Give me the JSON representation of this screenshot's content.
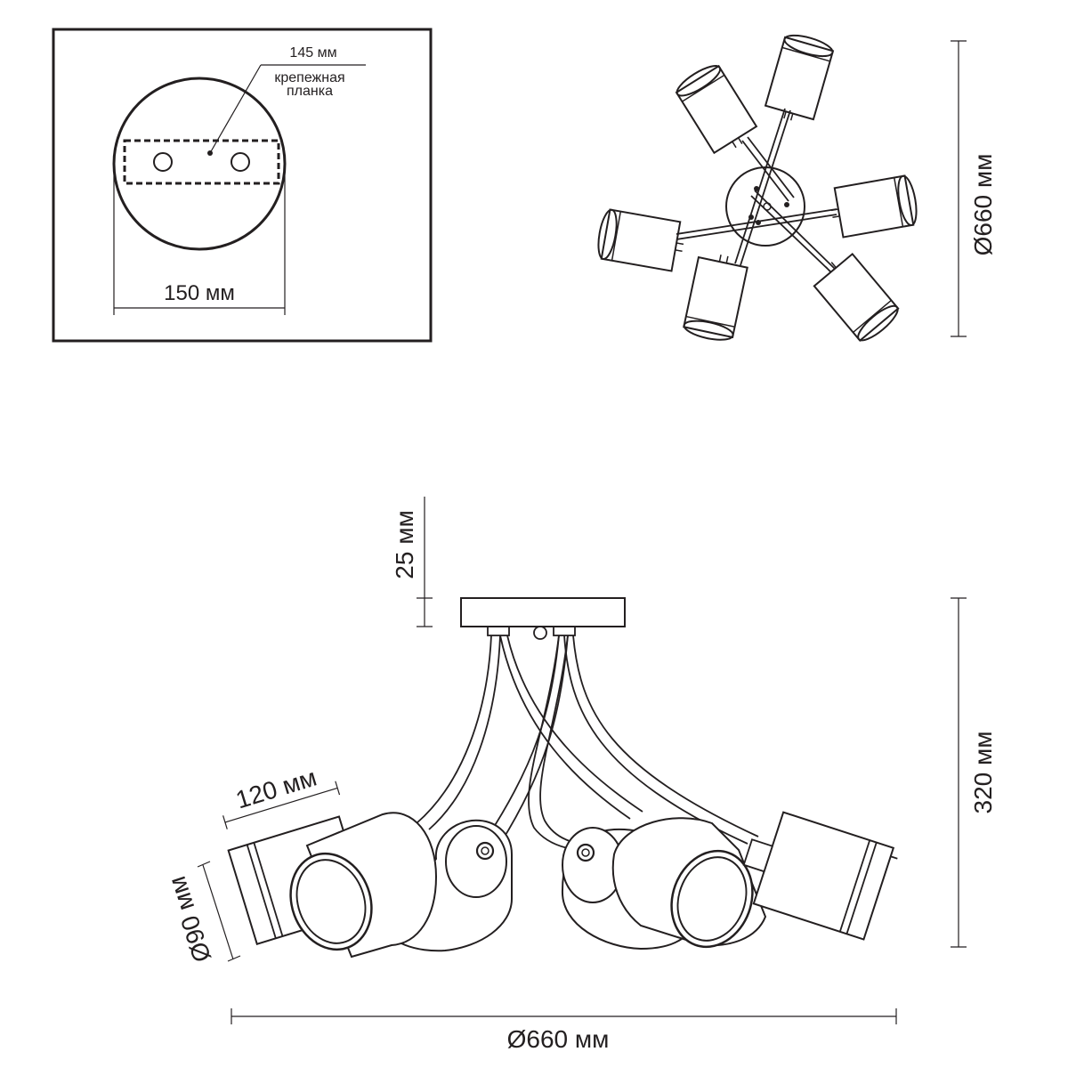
{
  "mount_detail": {
    "bracket_length": "145 мм",
    "bracket_label_line1": "крепежная",
    "bracket_label_line2": "планка",
    "canopy_diameter": "150 мм"
  },
  "top_view": {
    "diameter": "Ø660 мм"
  },
  "side_view": {
    "canopy_height": "25 мм",
    "total_height": "320 мм",
    "shade_length": "120 мм",
    "shade_diameter": "Ø90 мм",
    "total_diameter": "Ø660 мм"
  }
}
